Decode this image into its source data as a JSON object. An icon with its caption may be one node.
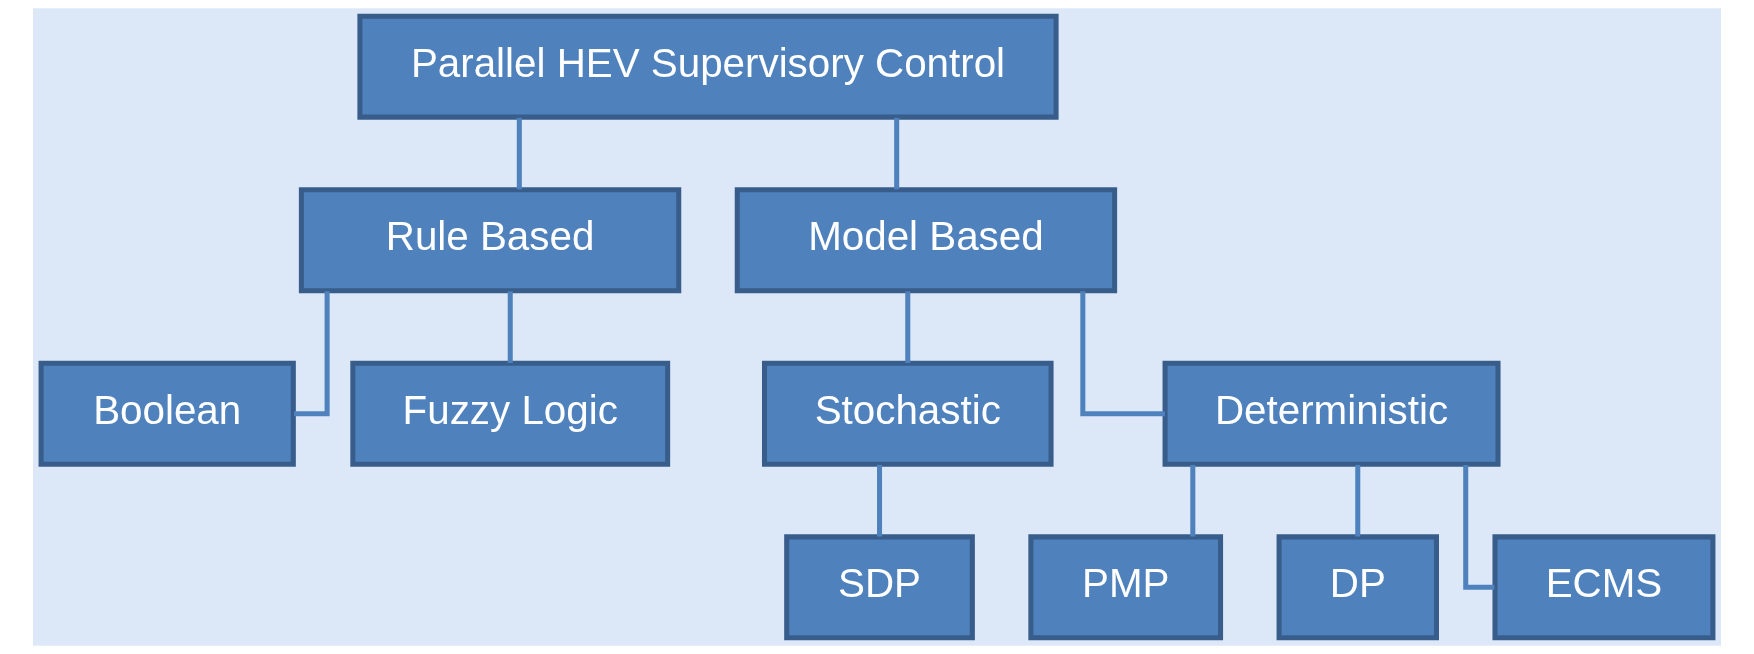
{
  "diagram": {
    "nodes": [
      {
        "text": [
          "Parallel HEV Supervisory Control"
        ]
      },
      {
        "text": [
          "Rule Based"
        ]
      },
      {
        "text": [
          "Model Based"
        ]
      },
      {
        "text": [
          "Boolean"
        ]
      },
      {
        "text": [
          "Fuzzy Logic"
        ]
      },
      {
        "text": [
          "Stochastic"
        ]
      },
      {
        "text": [
          "Deterministic"
        ]
      },
      {
        "text": [
          "SDP"
        ]
      },
      {
        "text": [
          "PMP"
        ]
      },
      {
        "text": [
          "DP"
        ]
      },
      {
        "text": [
          "ECMS"
        ]
      }
    ],
    "edges": [
      {
        "from": 0,
        "to": 1,
        "arrow": "none"
      },
      {
        "from": 0,
        "to": 2,
        "arrow": "none"
      },
      {
        "from": 1,
        "to": 3,
        "arrow": "none"
      },
      {
        "from": 1,
        "to": 4,
        "arrow": "none"
      },
      {
        "from": 2,
        "to": 5,
        "arrow": "none"
      },
      {
        "from": 2,
        "to": 6,
        "arrow": "none"
      },
      {
        "from": 5,
        "to": 7,
        "arrow": "none"
      },
      {
        "from": 6,
        "to": 8,
        "arrow": "none"
      },
      {
        "from": 6,
        "to": 9,
        "arrow": "none"
      },
      {
        "from": 6,
        "to": 10,
        "arrow": "none"
      }
    ]
  }
}
